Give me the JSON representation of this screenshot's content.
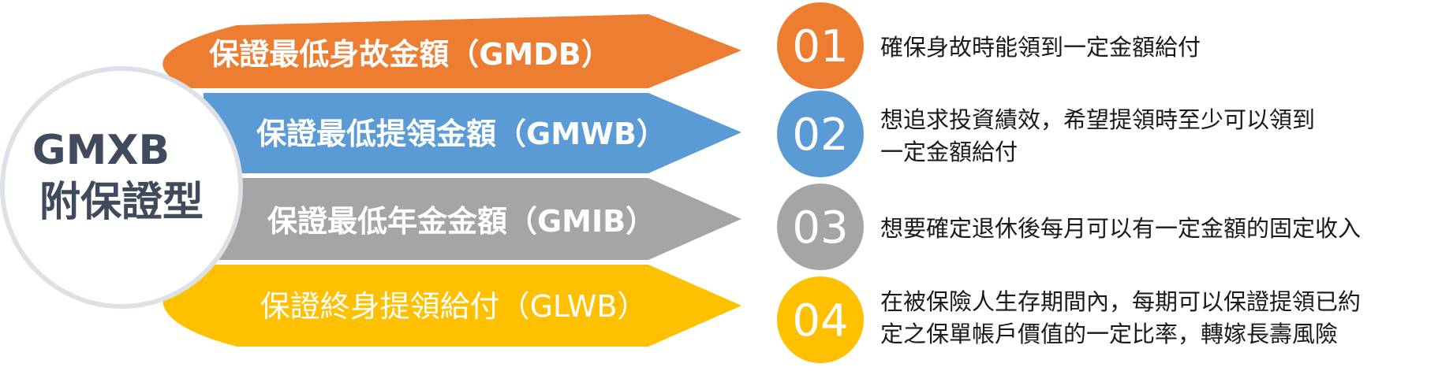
{
  "center": {
    "line1": "GMXB",
    "line2": "附保證型",
    "ring_color": "#dde0e6"
  },
  "items": [
    {
      "label": "保證最低身故金額（GMDB）",
      "color": "#ed7d31",
      "number": "01",
      "description": [
        "確保身故時能領到一定金額給付"
      ]
    },
    {
      "label": "保證最低提領金額（GMWB）",
      "color": "#5b9bd5",
      "number": "02",
      "description": [
        "想追求投資績效，希望提領時至少可以領到",
        "一定金額給付"
      ]
    },
    {
      "label": "保證最低年金金額（GMIB）",
      "color": "#a5a5a5",
      "number": "03",
      "description": [
        "想要確定退休後每月可以有一定金額的固定收入"
      ]
    },
    {
      "label": "保證終身提領給付（GLWB）",
      "color": "#ffc000",
      "number": "04",
      "description": [
        "在被保險人生存期間內，每期可以保證提領已約",
        "定之保單帳戶價值的一定比率，轉嫁長壽風險"
      ]
    }
  ]
}
